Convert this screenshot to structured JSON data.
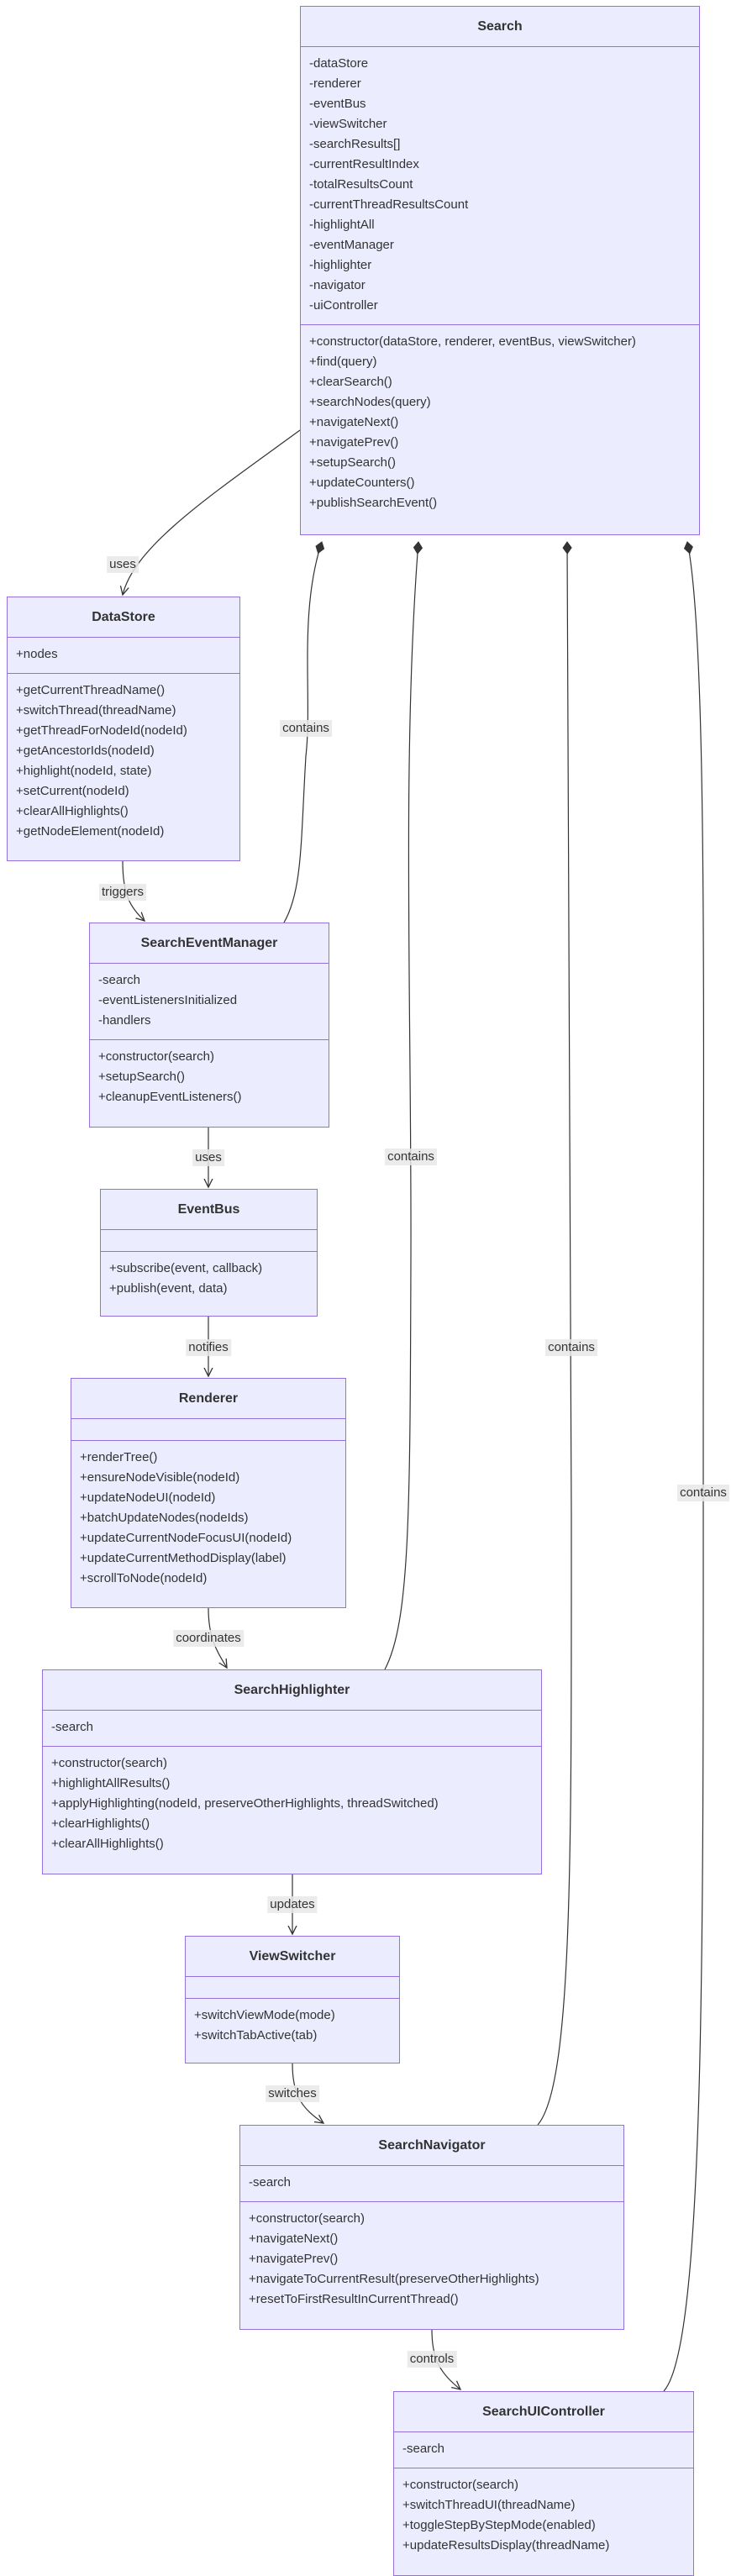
{
  "classes": [
    {
      "id": "search",
      "name": "Search",
      "attributes": [
        "-dataStore",
        "-renderer",
        "-eventBus",
        "-viewSwitcher",
        "-searchResults[]",
        "-currentResultIndex",
        "-totalResultsCount",
        "-currentThreadResultsCount",
        "-highlightAll",
        "-eventManager",
        "-highlighter",
        "-navigator",
        "-uiController"
      ],
      "methods": [
        "+constructor(dataStore, renderer, eventBus, viewSwitcher)",
        "+find(query)",
        "+clearSearch()",
        "+searchNodes(query)",
        "+navigateNext()",
        "+navigatePrev()",
        "+setupSearch()",
        "+updateCounters()",
        "+publishSearchEvent()"
      ]
    },
    {
      "id": "datastore",
      "name": "DataStore",
      "attributes": [
        "+nodes"
      ],
      "methods": [
        "+getCurrentThreadName()",
        "+switchThread(threadName)",
        "+getThreadForNodeId(nodeId)",
        "+getAncestorIds(nodeId)",
        "+highlight(nodeId, state)",
        "+setCurrent(nodeId)",
        "+clearAllHighlights()",
        "+getNodeElement(nodeId)"
      ]
    },
    {
      "id": "searcheventmanager",
      "name": "SearchEventManager",
      "attributes": [
        "-search",
        "-eventListenersInitialized",
        "-handlers"
      ],
      "methods": [
        "+constructor(search)",
        "+setupSearch()",
        "+cleanupEventListeners()"
      ]
    },
    {
      "id": "eventbus",
      "name": "EventBus",
      "attributes": [],
      "methods": [
        "+subscribe(event, callback)",
        "+publish(event, data)"
      ]
    },
    {
      "id": "renderer",
      "name": "Renderer",
      "attributes": [],
      "methods": [
        "+renderTree()",
        "+ensureNodeVisible(nodeId)",
        "+updateNodeUI(nodeId)",
        "+batchUpdateNodes(nodeIds)",
        "+updateCurrentNodeFocusUI(nodeId)",
        "+updateCurrentMethodDisplay(label)",
        "+scrollToNode(nodeId)"
      ]
    },
    {
      "id": "searchhighlighter",
      "name": "SearchHighlighter",
      "attributes": [
        "-search"
      ],
      "methods": [
        "+constructor(search)",
        "+highlightAllResults()",
        "+applyHighlighting(nodeId, preserveOtherHighlights, threadSwitched)",
        "+clearHighlights()",
        "+clearAllHighlights()"
      ]
    },
    {
      "id": "viewswitcher",
      "name": "ViewSwitcher",
      "attributes": [],
      "methods": [
        "+switchViewMode(mode)",
        "+switchTabActive(tab)"
      ]
    },
    {
      "id": "searchnavigator",
      "name": "SearchNavigator",
      "attributes": [
        "-search"
      ],
      "methods": [
        "+constructor(search)",
        "+navigateNext()",
        "+navigatePrev()",
        "+navigateToCurrentResult(preserveOtherHighlights)",
        "+resetToFirstResultInCurrentThread()"
      ]
    },
    {
      "id": "searchuicontroller",
      "name": "SearchUIController",
      "attributes": [
        "-search"
      ],
      "methods": [
        "+constructor(search)",
        "+switchThreadUI(threadName)",
        "+toggleStepByStepMode(enabled)",
        "+updateResultsDisplay(threadName)"
      ]
    }
  ],
  "relations": [
    {
      "from": "search",
      "to": "datastore",
      "label": "uses",
      "kind": "association"
    },
    {
      "from": "search",
      "to": "searcheventmanager",
      "label": "contains",
      "kind": "composition"
    },
    {
      "from": "search",
      "to": "searchhighlighter",
      "label": "contains",
      "kind": "composition"
    },
    {
      "from": "search",
      "to": "searchnavigator",
      "label": "contains",
      "kind": "composition"
    },
    {
      "from": "search",
      "to": "searchuicontroller",
      "label": "contains",
      "kind": "composition"
    },
    {
      "from": "datastore",
      "to": "searcheventmanager",
      "label": "triggers",
      "kind": "association"
    },
    {
      "from": "searcheventmanager",
      "to": "eventbus",
      "label": "uses",
      "kind": "association"
    },
    {
      "from": "eventbus",
      "to": "renderer",
      "label": "notifies",
      "kind": "association"
    },
    {
      "from": "renderer",
      "to": "searchhighlighter",
      "label": "coordinates",
      "kind": "association"
    },
    {
      "from": "searchhighlighter",
      "to": "viewswitcher",
      "label": "updates",
      "kind": "association"
    },
    {
      "from": "viewswitcher",
      "to": "searchnavigator",
      "label": "switches",
      "kind": "association"
    },
    {
      "from": "searchnavigator",
      "to": "searchuicontroller",
      "label": "controls",
      "kind": "association"
    }
  ],
  "colors": {
    "box_fill": "#ECECFF",
    "box_stroke": "#9370DB",
    "text": "#333333",
    "edge": "#333333",
    "label_bg": "#E8E8E8"
  }
}
